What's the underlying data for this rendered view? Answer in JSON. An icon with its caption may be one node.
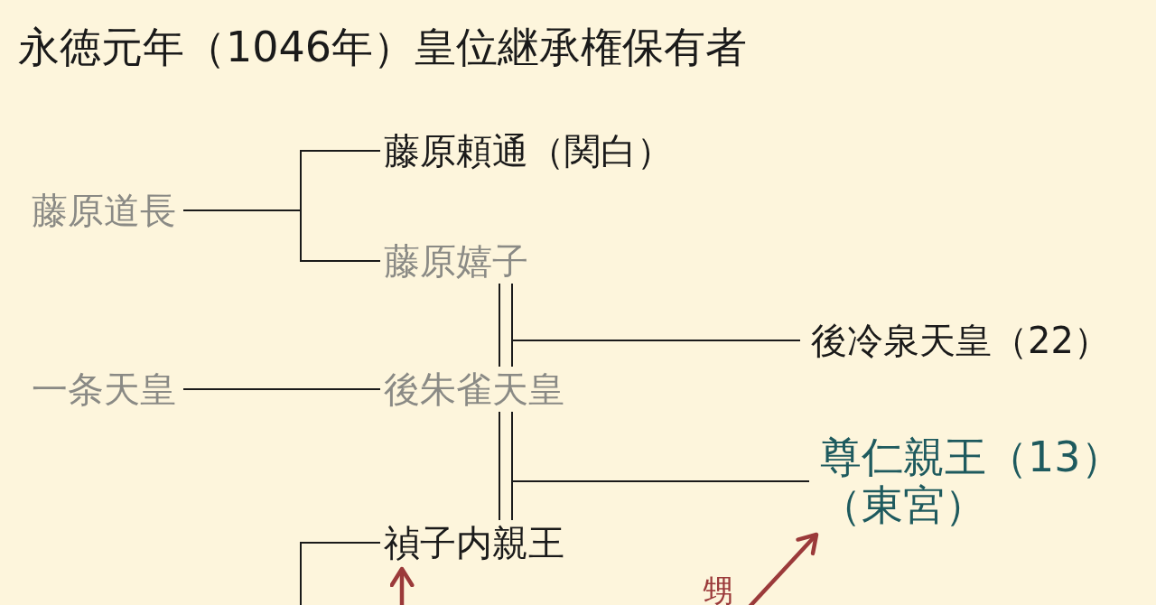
{
  "diagram": {
    "title": "永徳元年（1046年）皇位継承権保有者",
    "nodes": [
      {
        "text": [
          "藤原道長"
        ]
      },
      {
        "text": [
          "藤原頼通（関白）"
        ]
      },
      {
        "text": [
          "藤原嬉子"
        ]
      },
      {
        "text": [
          "後冷泉天皇（22）"
        ]
      },
      {
        "text": [
          "一条天皇"
        ]
      },
      {
        "text": [
          "後朱雀天皇"
        ]
      },
      {
        "text": [
          "尊仁親王（13）",
          "（東宮）"
        ]
      },
      {
        "text": [
          "禎子内親王"
        ]
      }
    ],
    "edges": [
      {
        "from": 0,
        "to": 1,
        "arrow": "none"
      },
      {
        "from": 0,
        "to": 2,
        "arrow": "none"
      },
      {
        "from": 2,
        "to": 5,
        "arrow": "none"
      },
      {
        "from": 2,
        "to": 3,
        "arrow": "none"
      },
      {
        "from": 5,
        "to": 3,
        "arrow": "none"
      },
      {
        "from": 4,
        "to": 5,
        "arrow": "none"
      },
      {
        "from": 5,
        "to": 7,
        "arrow": "none"
      },
      {
        "from": 5,
        "to": 6,
        "arrow": "none"
      },
      {
        "from": 7,
        "to": 6,
        "arrow": "none"
      },
      {
        "from": null,
        "to": 7,
        "arrow": "none"
      },
      {
        "from": null,
        "to": 7,
        "arrow": "to",
        "style": "thick",
        "color": "#9b3a3a"
      },
      {
        "from": null,
        "to": 6,
        "arrow": "to",
        "label": "甥",
        "style": "thick",
        "color": "#9b3a3a"
      }
    ]
  }
}
